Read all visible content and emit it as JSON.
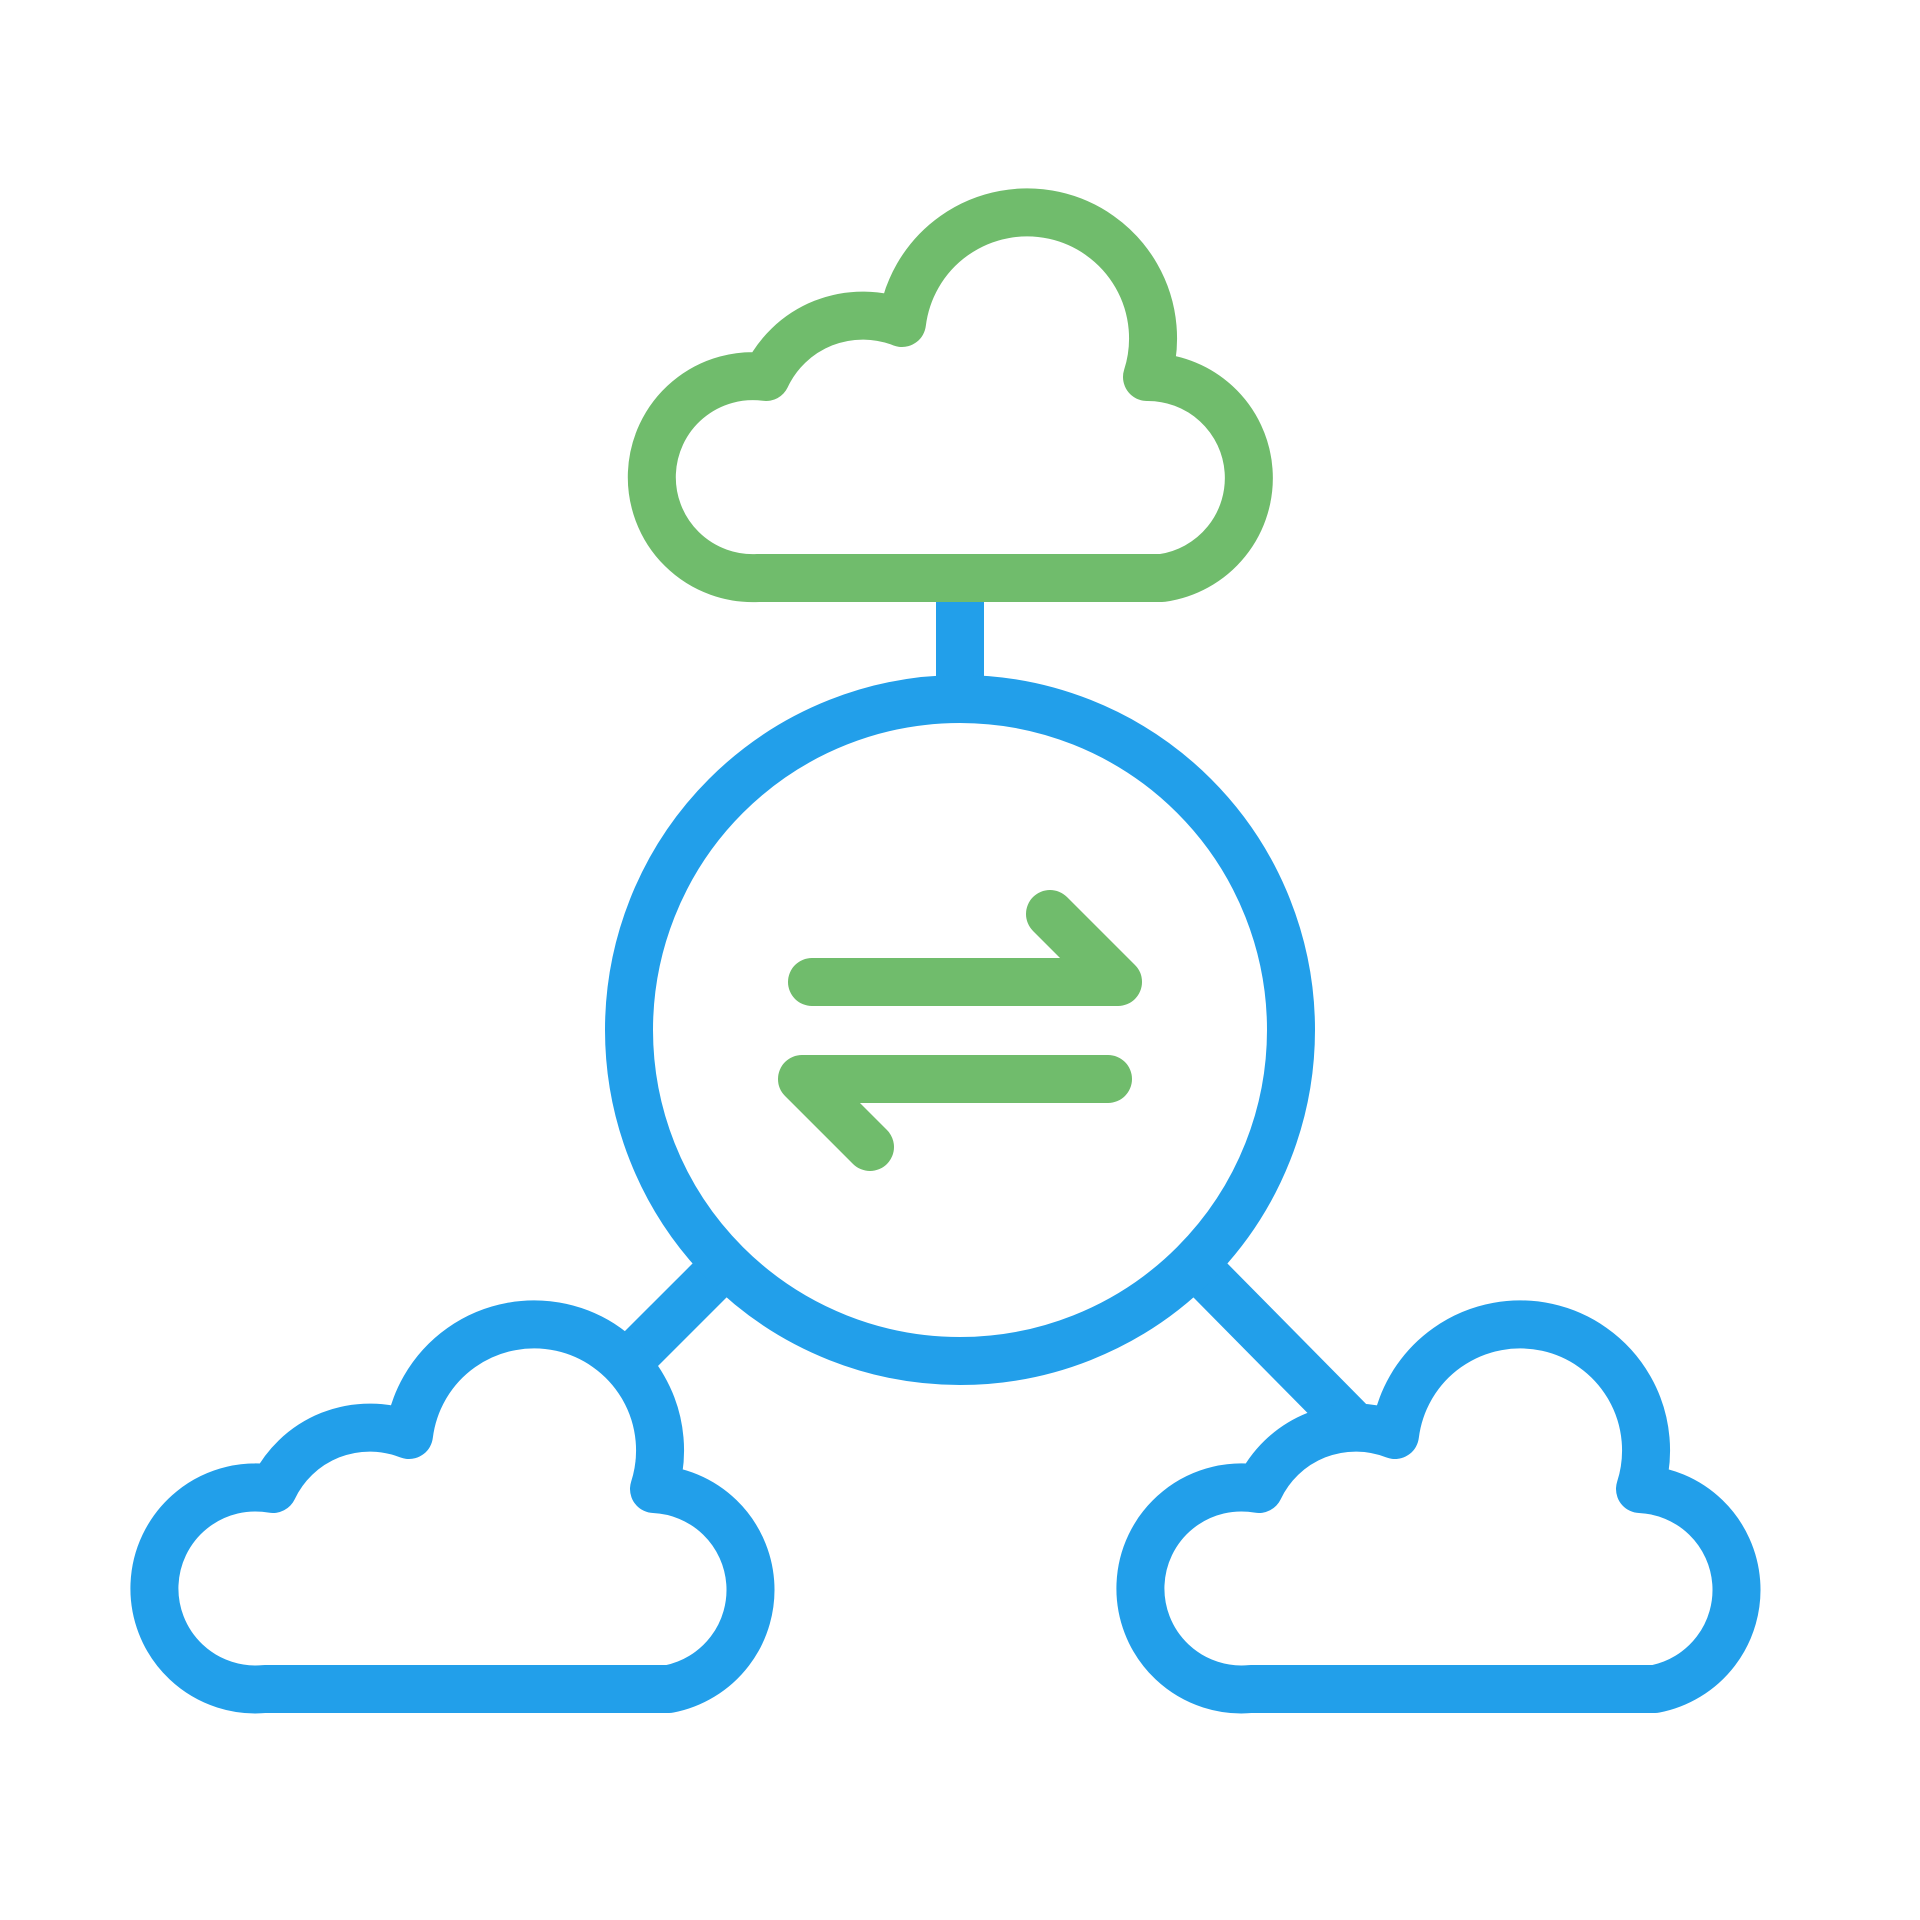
{
  "icon": {
    "name": "cloud-data-exchange-icon",
    "colors": {
      "primary": "#229fea",
      "accent": "#70bc6c",
      "background": "#ffffff"
    },
    "parts": [
      "top-cloud",
      "bottom-left-cloud",
      "bottom-right-cloud",
      "hub-circle",
      "transfer-arrows",
      "connector-lines"
    ]
  }
}
